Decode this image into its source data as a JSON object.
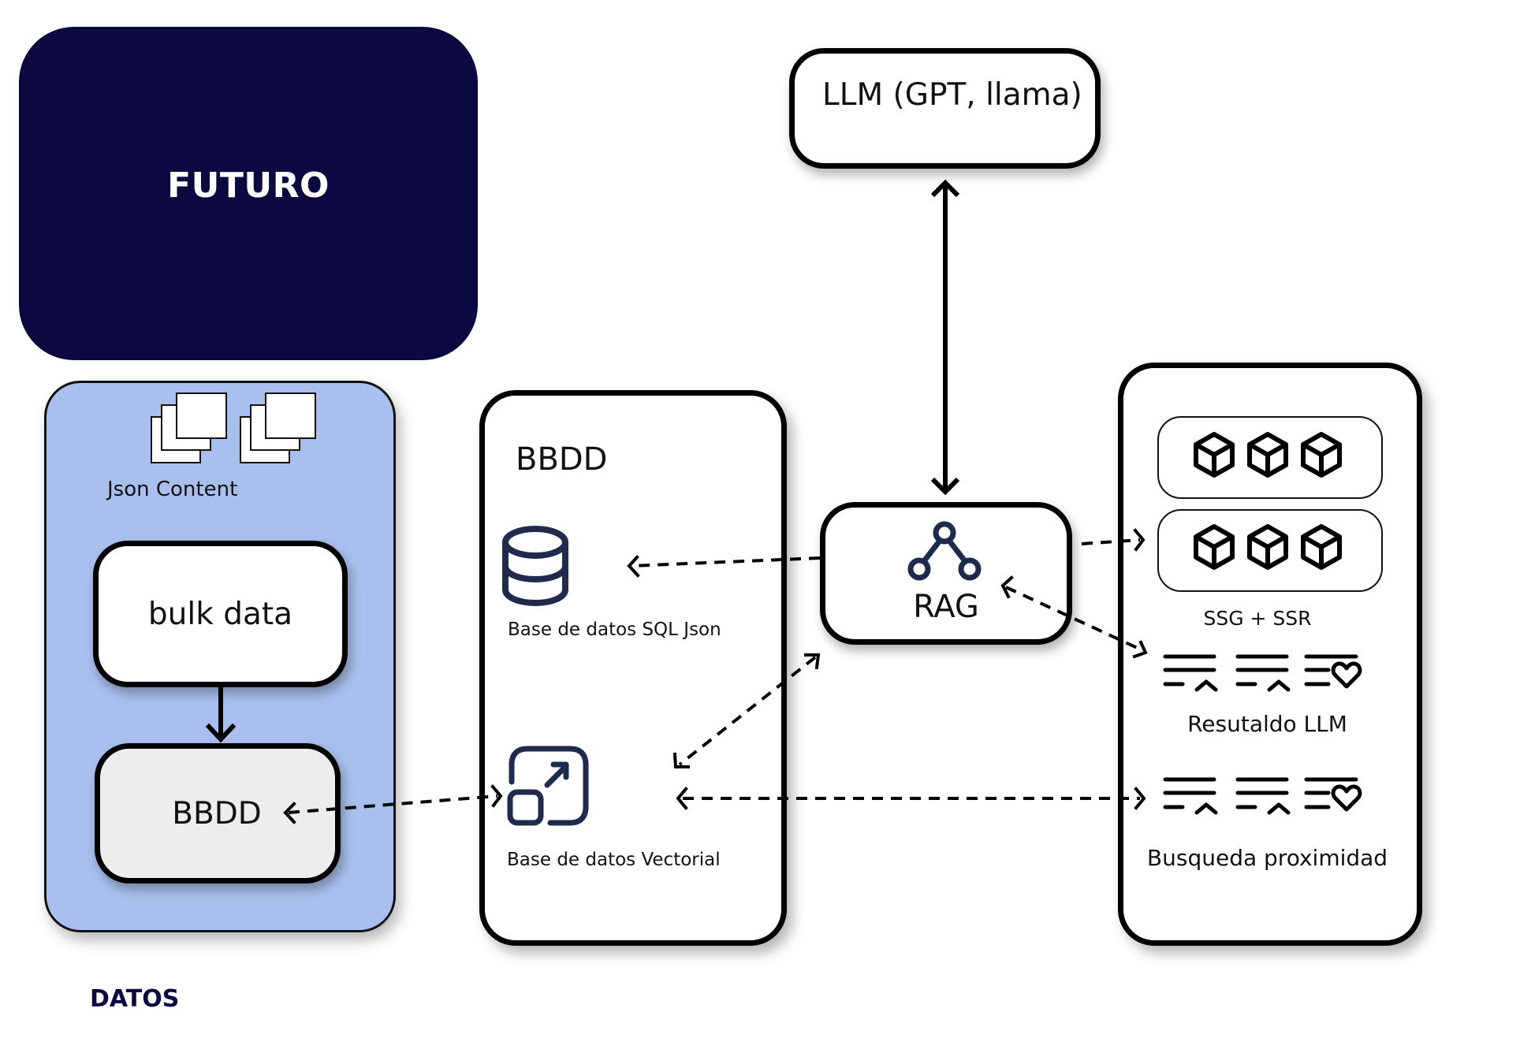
{
  "diagram": {
    "future_block": {
      "label": "FUTURO",
      "color": "#0b0940"
    },
    "data_panel": {
      "title": "DATOS",
      "background_color": "#a9c0ee",
      "json_content_label": "Json Content",
      "bulk_data_label": "bulk data",
      "database_label": "BBDD"
    },
    "storage_panel": {
      "title": "BBDD",
      "sql_db_label": "Base de datos SQL Json",
      "vector_db_label": "Base de datos Vectorial",
      "icon_color": "#1f2a4d"
    },
    "llm_node": {
      "label": "LLM (GPT, llama)"
    },
    "rag_node": {
      "label": "RAG"
    },
    "output_panel": {
      "ssg_label": "SSG + SSR",
      "llm_result_label": "Resutaldo LLM",
      "proximity_label": "Busqueda proximidad"
    },
    "connections": [
      {
        "from": "bulk data",
        "to": "BBDD",
        "style": "solid",
        "direction": "one-way"
      },
      {
        "from": "LLM (GPT, llama)",
        "to": "RAG",
        "style": "solid",
        "direction": "two-way"
      },
      {
        "from": "RAG",
        "to": "Base de datos SQL Json",
        "style": "dashed",
        "direction": "one-way"
      },
      {
        "from": "RAG",
        "to": "Base de datos Vectorial",
        "style": "dashed",
        "direction": "two-way"
      },
      {
        "from": "RAG",
        "to": "SSG + SSR",
        "style": "dashed",
        "direction": "one-way"
      },
      {
        "from": "RAG",
        "to": "Resutaldo LLM",
        "style": "dashed",
        "direction": "two-way"
      },
      {
        "from": "BBDD",
        "to": "Base de datos Vectorial",
        "style": "dashed",
        "direction": "two-way"
      },
      {
        "from": "Base de datos Vectorial",
        "to": "Busqueda proximidad",
        "style": "dashed",
        "direction": "two-way"
      }
    ]
  }
}
